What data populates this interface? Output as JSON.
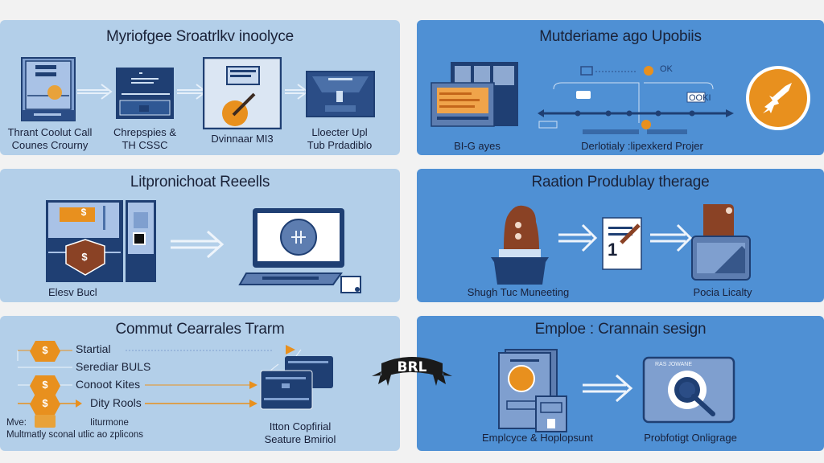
{
  "panels": [
    {
      "title": "Myriofgee Sroatrlkv inoolyce",
      "theme": "light",
      "steps": [
        {
          "label_lines": [
            "Thrant Coolut Call",
            "Counes Crourny"
          ],
          "icon": "document-coin-icon"
        },
        {
          "label_lines": [
            "Chrepspies &",
            "TH CSSC"
          ],
          "icon": "terminal-screen-icon"
        },
        {
          "label_lines": [
            "Dvinnaar MI3"
          ],
          "icon": "signing-document-icon"
        },
        {
          "label_lines": [
            "Lloecter Upl",
            "Tub Prdadiblo"
          ],
          "icon": "ballot-box-icon"
        }
      ]
    },
    {
      "title": "Mutderiame ago Upobiis",
      "theme": "dark",
      "left_label": "BI-G ayes",
      "center_label": "Derlotialy :lipexkerd Projer",
      "timeline_tags": [
        "OK",
        "OOKI"
      ],
      "icons": [
        "computer-monitor-icon",
        "timeline-icon",
        "rocket-badge-icon"
      ]
    },
    {
      "title": "Litpronichoat Reeells",
      "theme": "light",
      "left_label": "Elesv Bucl",
      "icons": [
        "atm-machine-icon",
        "double-arrow-icon",
        "laptop-icon"
      ],
      "dollar_symbol": "$"
    },
    {
      "title": "Raation Produblay therage",
      "theme": "dark",
      "steps": [
        {
          "label": "Shugh Tuc Muneeting",
          "icon": "ballot-box-figure-icon"
        },
        {
          "label": "",
          "icon": "signed-document-icon",
          "glyph": "1"
        },
        {
          "label": "Pocia Licalty",
          "icon": "card-reader-icon"
        }
      ]
    },
    {
      "title": "Commut Cearrales Trarm",
      "theme": "light",
      "list_items": [
        "Startial",
        "Serediar BULS",
        "Conoot Kites",
        "Dity Rools"
      ],
      "note_left": "Mve:",
      "note_center": "Iiturmone",
      "note_bottom": "Multmatly sconal utlic ao zplicons",
      "right_label_lines": [
        "Itton Copfirial",
        "Seature Bmiriol"
      ],
      "coin_symbol": "$"
    },
    {
      "title": "Emploe : Crannain sesign",
      "theme": "dark",
      "steps": [
        {
          "label": "Emplcyce & Hoplopsunt",
          "icon": "employee-id-icon"
        },
        {
          "label": "Probfotigt Onligrage",
          "icon": "magnifier-gear-icon"
        }
      ],
      "tiny_caption": "RAS JOWANE"
    }
  ],
  "banner": {
    "text": "BRL"
  },
  "colors": {
    "background": "#f2f2f2",
    "panel_light": "#b3cfe9",
    "panel_dark": "#4f90d4",
    "navy": "#1f3f73",
    "orange": "#e8901e",
    "brown": "#8a4225",
    "banner": "#1a1a1a"
  }
}
